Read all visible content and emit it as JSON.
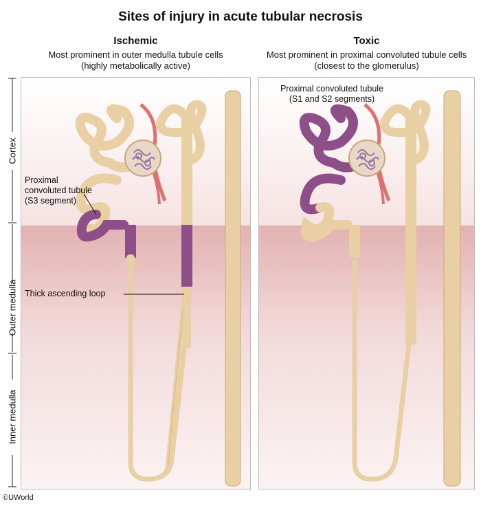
{
  "title": "Sites of injury in acute tubular necrosis",
  "left_column": {
    "heading": "Ischemic",
    "desc_line1": "Most prominent in outer medulla tubule cells",
    "desc_line2": "(highly metabolically active)"
  },
  "right_column": {
    "heading": "Toxic",
    "desc_line1": "Most prominent in proximal convoluted tubule cells",
    "desc_line2": "(closest to the glomerulus)"
  },
  "zones": {
    "cortex": "Cortex",
    "outer_medulla": "Outer medulla",
    "inner_medulla": "Inner medulla"
  },
  "labels": {
    "s3_line1": "Proximal",
    "s3_line2": "convoluted tubule",
    "s3_line3": "(S3 segment)",
    "thick_ascending": "Thick ascending loop",
    "s1s2_line1": "Proximal convoluted tubule",
    "s1s2_line2": "(S1 and S2 segments)"
  },
  "copyright": "©UWorld",
  "colors": {
    "tubule": "#e9cfa4",
    "tubule_edge": "#c9a878",
    "injury": "#8e4f88",
    "vessel": "#e07070",
    "cortex_bg_top": "#ffffff",
    "medulla_band": "#e6b9b9"
  }
}
